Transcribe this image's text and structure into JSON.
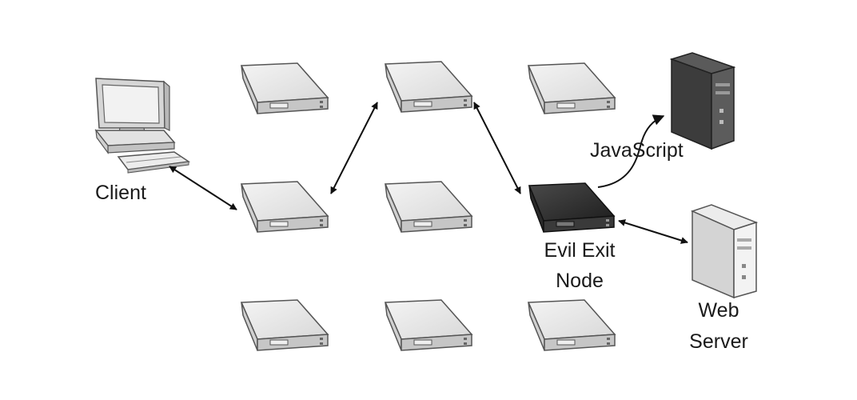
{
  "labels": {
    "client": "Client",
    "javascript": "JavaScript",
    "evil_exit_line1": "Evil Exit",
    "evil_exit_line2": "Node",
    "web_server_line1": "Web",
    "web_server_line2": "Server"
  },
  "nodes": {
    "relay_count": 8,
    "evil_exit_color": "#2e2e2e",
    "relay_top_color": "#e6e6e6",
    "relay_front_color": "#c8c8c8"
  },
  "colors": {
    "arrow": "#111111",
    "outline": "#555555"
  }
}
